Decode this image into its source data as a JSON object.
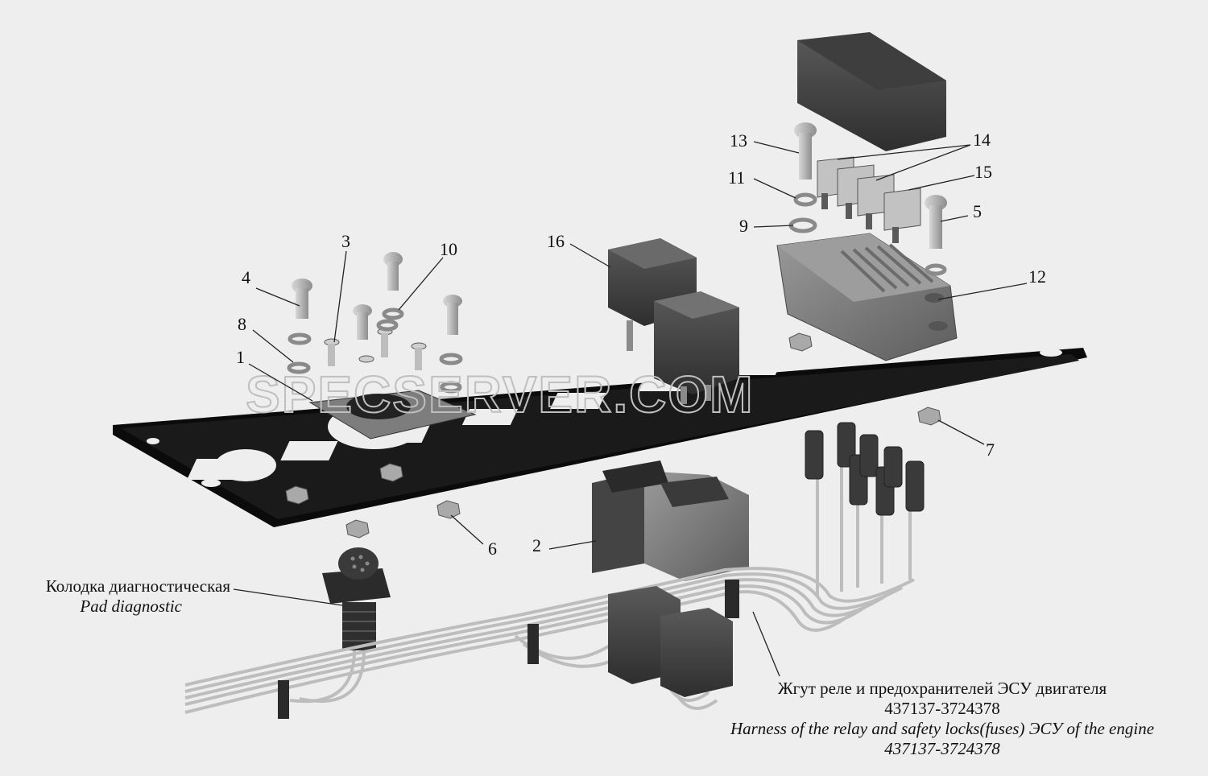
{
  "watermark": "SPECSERVER.COM",
  "callouts": [
    "1",
    "2",
    "3",
    "4",
    "5",
    "6",
    "7",
    "8",
    "9",
    "10",
    "11",
    "12",
    "13",
    "14",
    "15",
    "16"
  ],
  "captions": {
    "diagnostic_pad": {
      "ru": "Колодка диагностическая",
      "en": "Pad diagnostic"
    },
    "harness": {
      "ru": "Жгут реле и предохранителей ЭСУ двигателя",
      "ru_part": "437137-3724378",
      "en": "Harness of the relay and safety locks(fuses) ЭСУ of the engine",
      "en_part": "437137-3724378"
    }
  },
  "colors": {
    "background": "#eeeeee",
    "frame": "#0b0b0b",
    "part_gray": "#6e6e6e",
    "part_light": "#a9a9a9",
    "wire": "#bdbdbd"
  }
}
